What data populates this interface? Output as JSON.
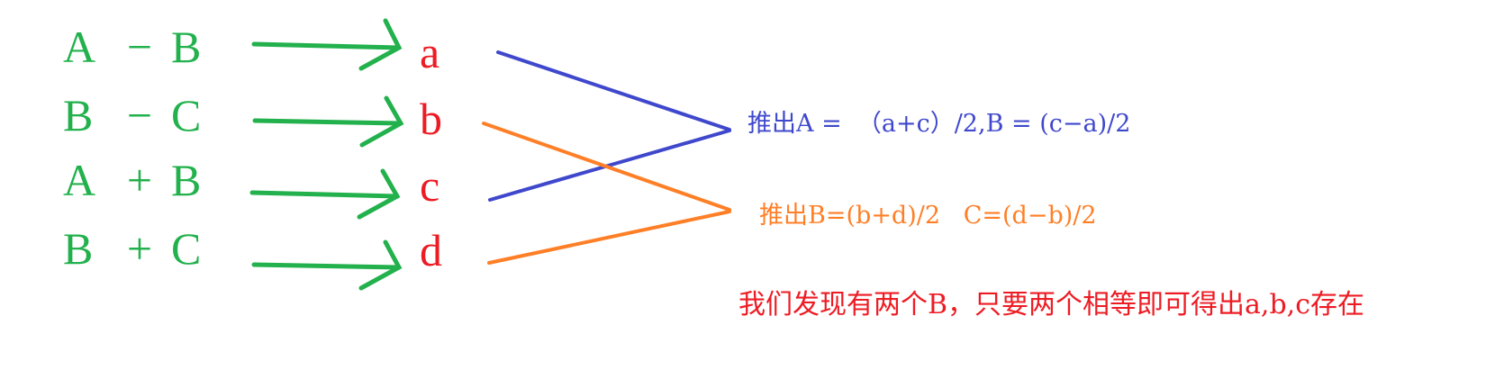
{
  "colors": {
    "equation": "#22b14c",
    "arrow": "#22b14c",
    "variable": "#ed1c24",
    "blue_line": "#3f48cc",
    "orange_line": "#ff7f27",
    "conclusion": "#ed1c24"
  },
  "equations": [
    {
      "lhs": "A",
      "op": "−",
      "rhs": "B",
      "result": "a"
    },
    {
      "lhs": "B",
      "op": "−",
      "rhs": "C",
      "result": "b"
    },
    {
      "lhs": "A",
      "op": "+",
      "rhs": "B",
      "result": "c"
    },
    {
      "lhs": "B",
      "op": "+",
      "rhs": "C",
      "result": "d"
    }
  ],
  "derivations": {
    "blue": {
      "from": [
        "a",
        "c"
      ],
      "text": "推出A =  （a+c）/2,B = (c−a)/2"
    },
    "orange": {
      "from": [
        "b",
        "d"
      ],
      "text": "推出B=(b+d)/2   C=(d−b)/2"
    }
  },
  "conclusion": {
    "text": "我们发现有两个B，只要两个相等即可得出a,b,c存在"
  }
}
